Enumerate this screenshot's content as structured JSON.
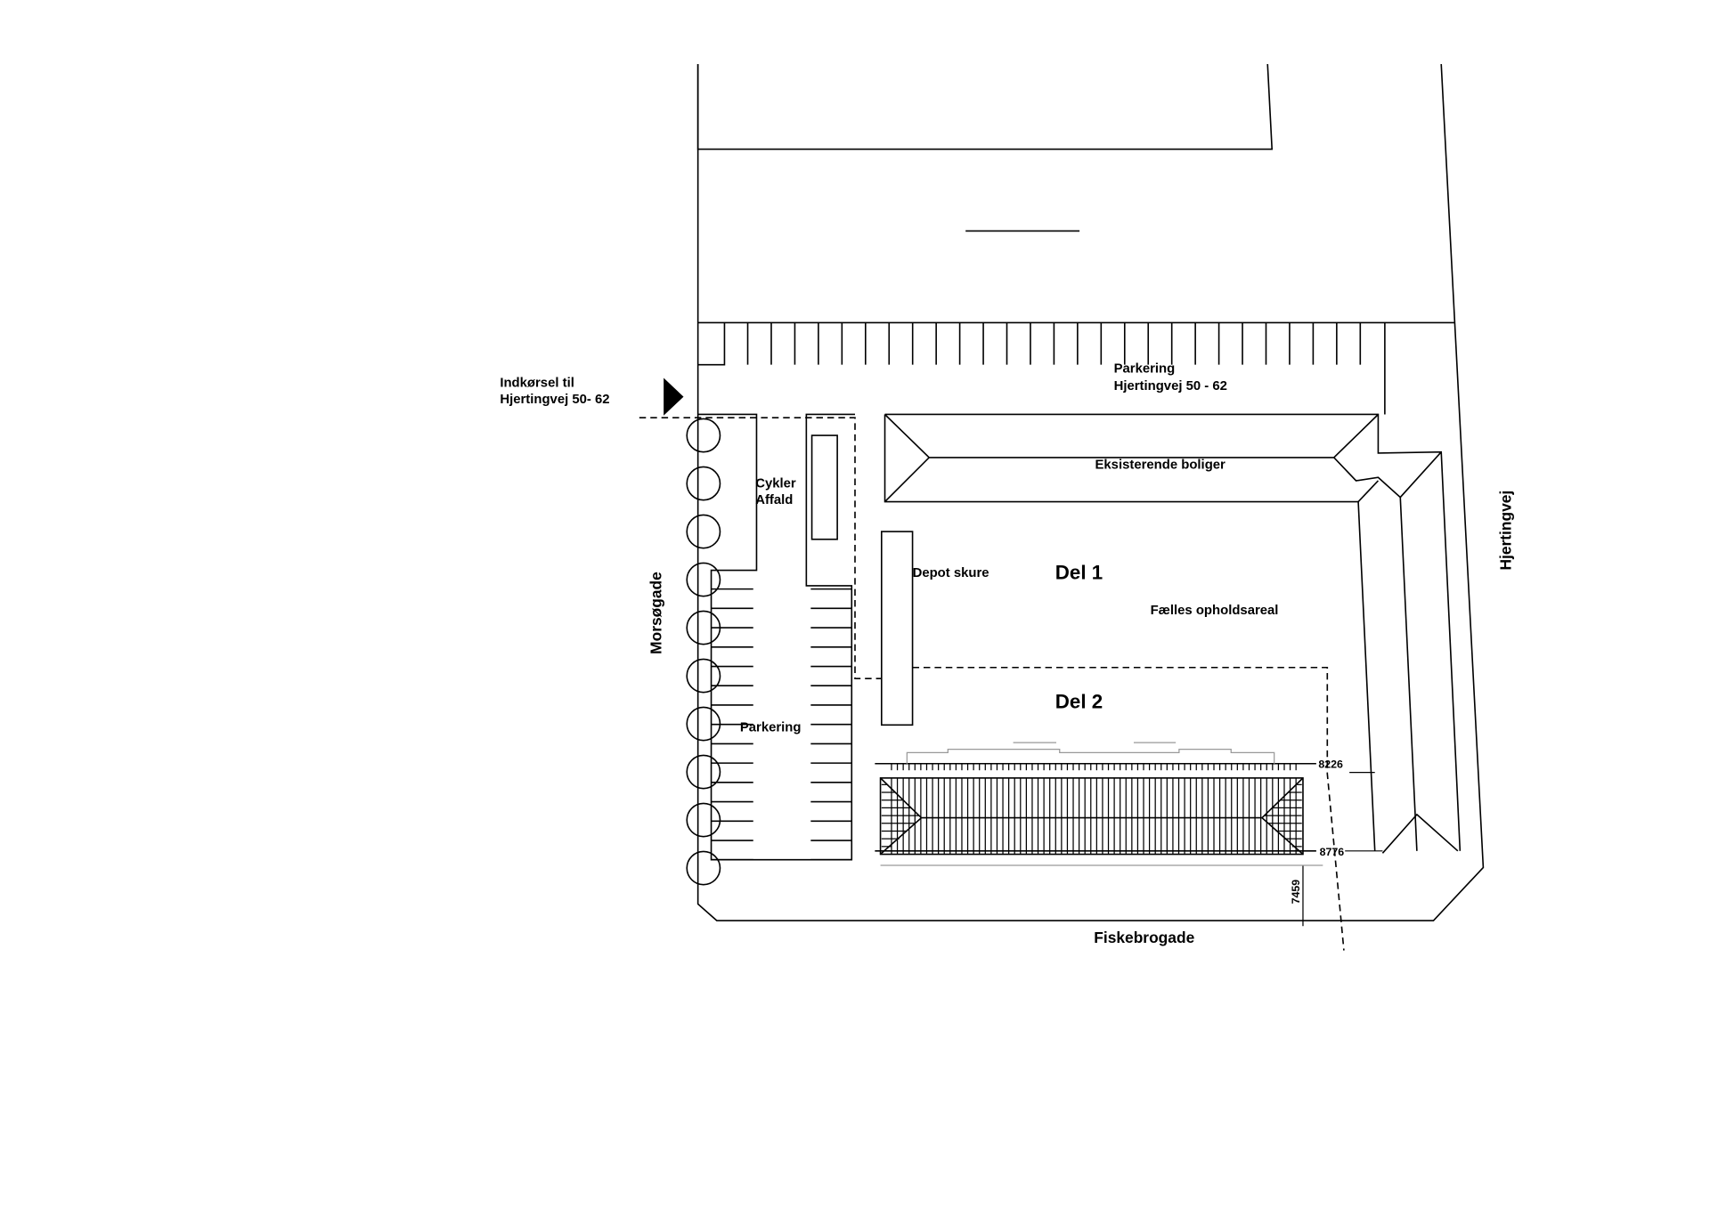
{
  "labels": {
    "entrance_line1": "Indkørsel til",
    "entrance_line2": "Hjertingvej 50- 62",
    "parking_top_line1": "Parkering",
    "parking_top_line2": "Hjertingvej 50 - 62",
    "existing_housing": "Eksisterende boliger",
    "bikes": "Cykler",
    "waste": "Affald",
    "depot": "Depot skure",
    "del1": "Del 1",
    "common_area": "Fælles opholdsareal",
    "del2": "Del 2",
    "parking_left": "Parkering",
    "street_west": "Morsøgade",
    "street_east": "Hjertingvej",
    "street_south": "Fiskebrogade"
  },
  "dimensions": {
    "dim_top": "8226",
    "dim_bottom": "8776",
    "dim_vertical": "7459"
  }
}
